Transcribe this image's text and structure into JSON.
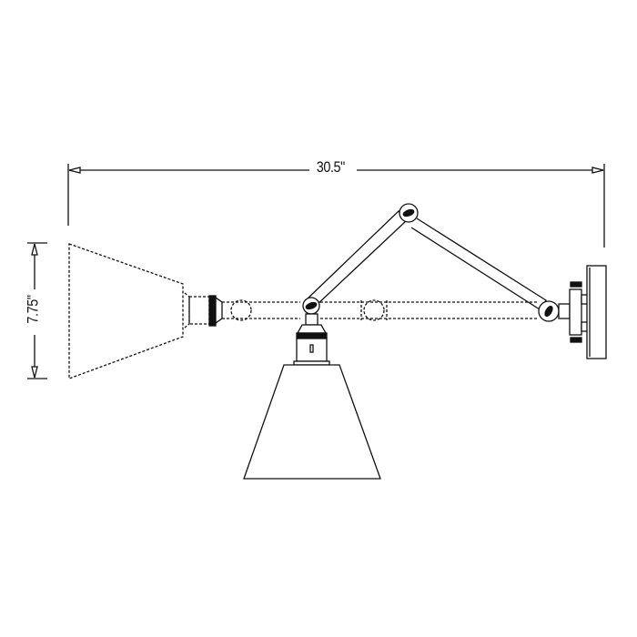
{
  "diagram": {
    "type": "product-dimension-drawing",
    "subject": "swing-arm wall sconce",
    "dimensions": {
      "width_label": "30.5\"",
      "height_label": "7.75\""
    },
    "colors": {
      "line": "#111111",
      "background": "#ffffff"
    },
    "parts": [
      {
        "name": "wall-mount-backplate"
      },
      {
        "name": "articulated-arm-upper"
      },
      {
        "name": "articulated-arm-joint"
      },
      {
        "name": "lamp-socket"
      },
      {
        "name": "cone-shade-down"
      },
      {
        "name": "extended-arm-dashed"
      },
      {
        "name": "cone-shade-extended-dashed"
      }
    ]
  }
}
